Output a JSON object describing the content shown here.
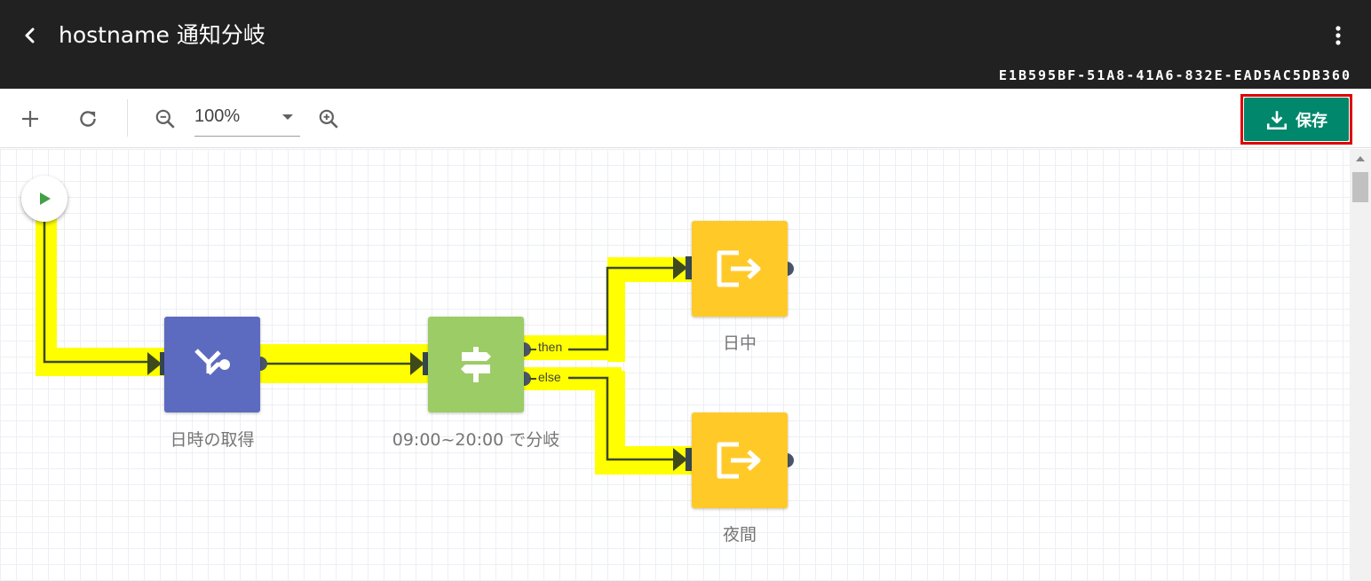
{
  "header": {
    "title": "hostname 通知分岐",
    "id": "E1B595BF-51A8-41A6-832E-EAD5AC5DB360",
    "back_icon": "chevron-left-icon",
    "menu_icon": "more-vertical-icon"
  },
  "toolbar": {
    "add_icon": "plus-icon",
    "refresh_icon": "refresh-icon",
    "zoom_out_icon": "zoom-out-icon",
    "zoom_in_icon": "zoom-in-icon",
    "zoom_value": "100%",
    "save_label": "保存",
    "save_icon": "download-icon"
  },
  "flow": {
    "start_icon": "play-icon",
    "nodes": [
      {
        "label": "日時の取得",
        "icon": "fork-icon",
        "color": "#5c6bc0"
      },
      {
        "label": "09:00~20:00 で分岐",
        "icon": "signpost-icon",
        "color": "#9ccc65"
      },
      {
        "label": "日中",
        "icon": "exit-icon",
        "color": "#ffca28"
      },
      {
        "label": "夜間",
        "icon": "exit-icon",
        "color": "#ffca28"
      }
    ],
    "ports": {
      "then": "then",
      "else": "else"
    },
    "highlight_color": "#ffff00"
  },
  "colors": {
    "header_bg": "#212121",
    "save_bg": "#00876c",
    "save_outline": "#e00000",
    "wire": "#3e4a1c",
    "port_dot": "#4a5568"
  }
}
